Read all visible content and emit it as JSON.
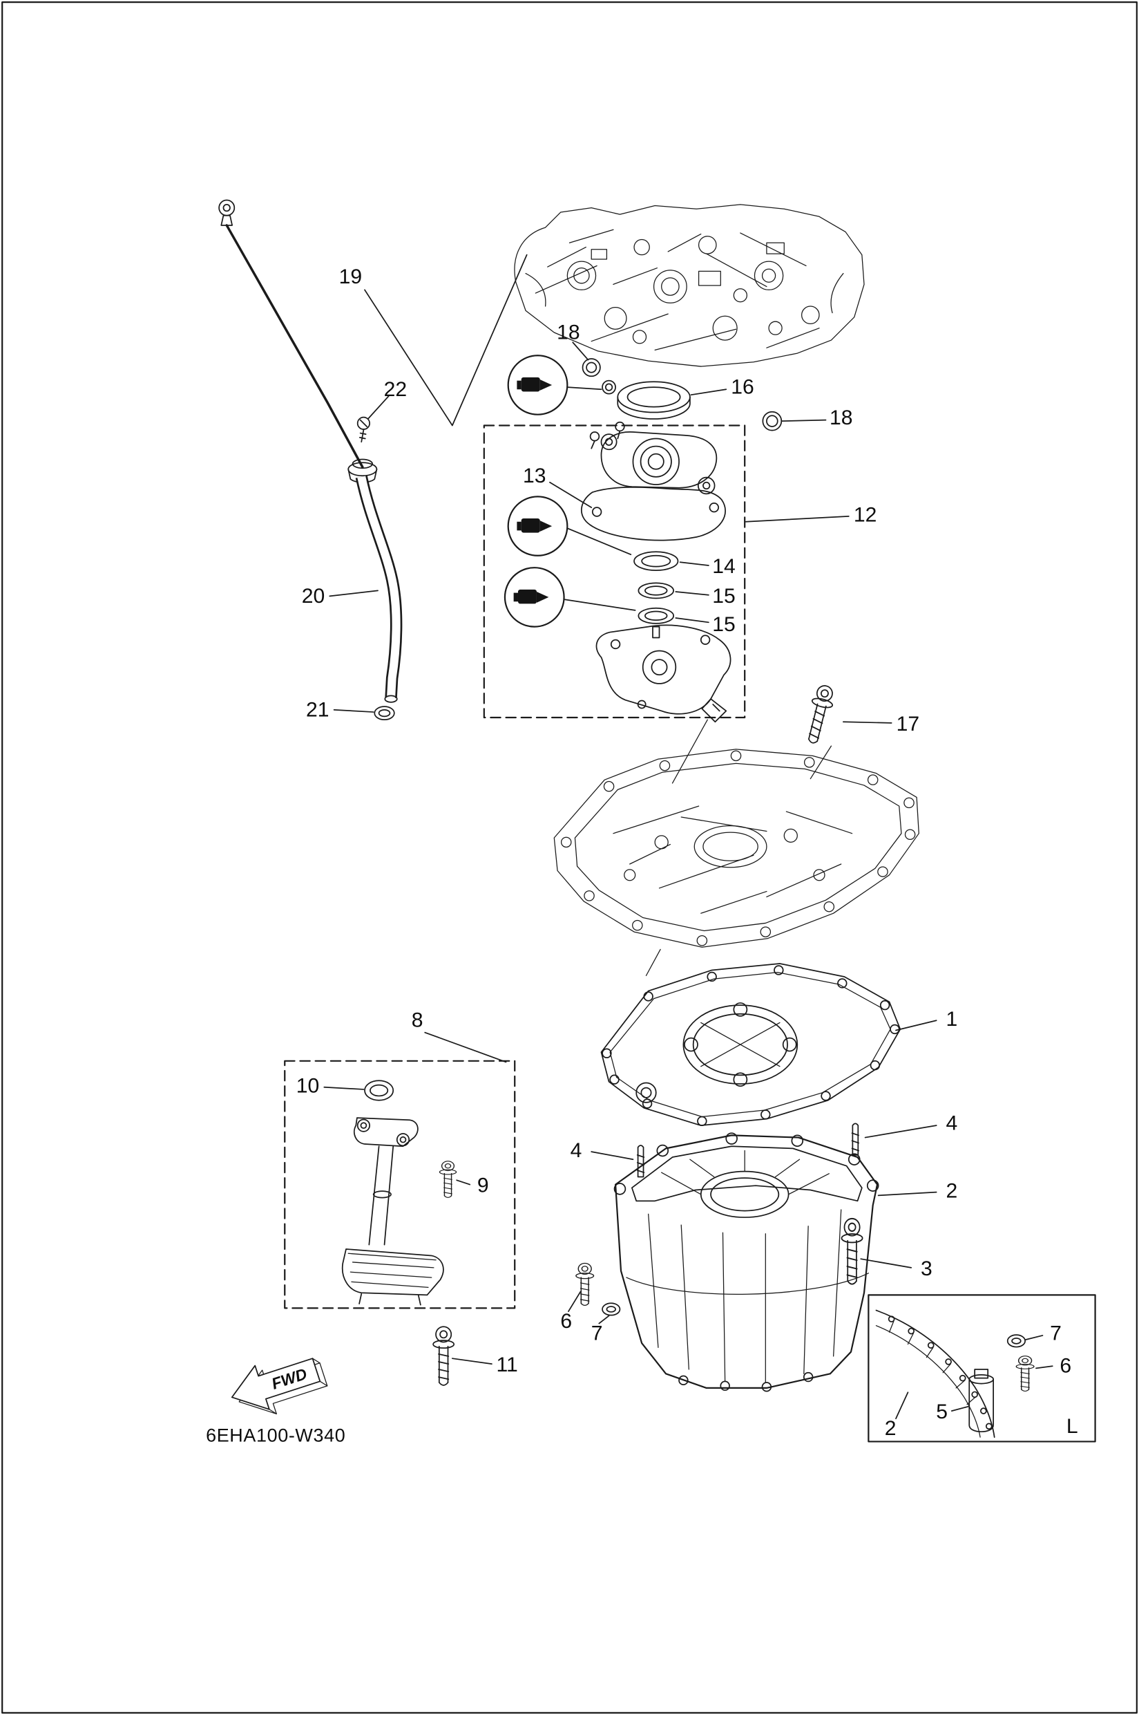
{
  "drawing_code": "6EHA100-W340",
  "fwd_label": "FWD",
  "callouts": {
    "c1": "1",
    "c2": "2",
    "c3": "3",
    "c4_left": "4",
    "c4_right": "4",
    "c6": "6",
    "c7": "7",
    "c8": "8",
    "c9": "9",
    "c10": "10",
    "c11": "11",
    "c12": "12",
    "c13": "13",
    "c14": "14",
    "c15_upper": "15",
    "c15_lower": "15",
    "c16": "16",
    "c17": "17",
    "c18_left": "18",
    "c18_right": "18",
    "c19": "19",
    "c20": "20",
    "c21": "21",
    "c22": "22",
    "inset_c2": "2",
    "inset_c5": "5",
    "inset_c6": "6",
    "inset_c7": "7",
    "inset_L": "L"
  }
}
